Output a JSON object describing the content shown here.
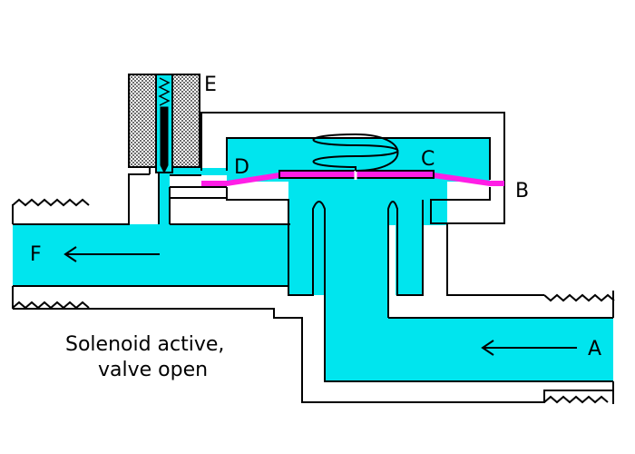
{
  "caption": {
    "line1": "Solenoid active,",
    "line2": "valve open"
  },
  "labels": {
    "a": "A",
    "b": "B",
    "c": "C",
    "d": "D",
    "e": "E",
    "f": "F"
  },
  "colors": {
    "fluid": "#00e5ee",
    "diaphragm": "#ff1ee6",
    "wall": "#000000",
    "background": "#ffffff",
    "coil": "#9a9a9a"
  }
}
